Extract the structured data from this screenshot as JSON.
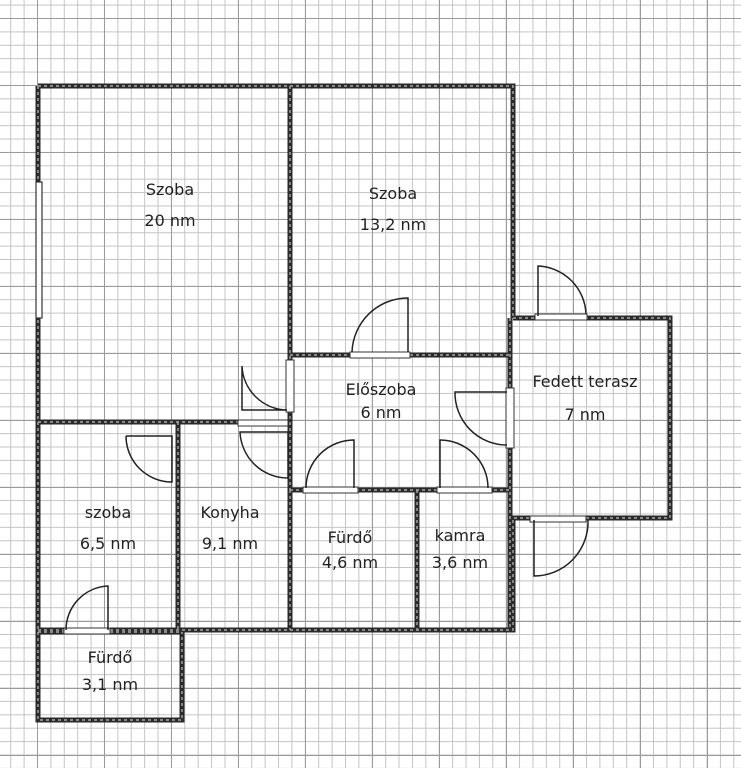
{
  "rooms": [
    {
      "name": "Szoba",
      "area": "20 nm"
    },
    {
      "name": "Szoba",
      "area": "13,2 nm"
    },
    {
      "name": "Előszoba",
      "area": "6 nm"
    },
    {
      "name": "Fedett terasz",
      "area": "7 nm"
    },
    {
      "name": "szoba",
      "area": "6,5 nm"
    },
    {
      "name": "Konyha",
      "area": "9,1 nm"
    },
    {
      "name": "Fürdő",
      "area": "4,6 nm"
    },
    {
      "name": "kamra",
      "area": "3,6 nm"
    },
    {
      "name": "Fürdő",
      "area": "3,1 nm"
    }
  ]
}
